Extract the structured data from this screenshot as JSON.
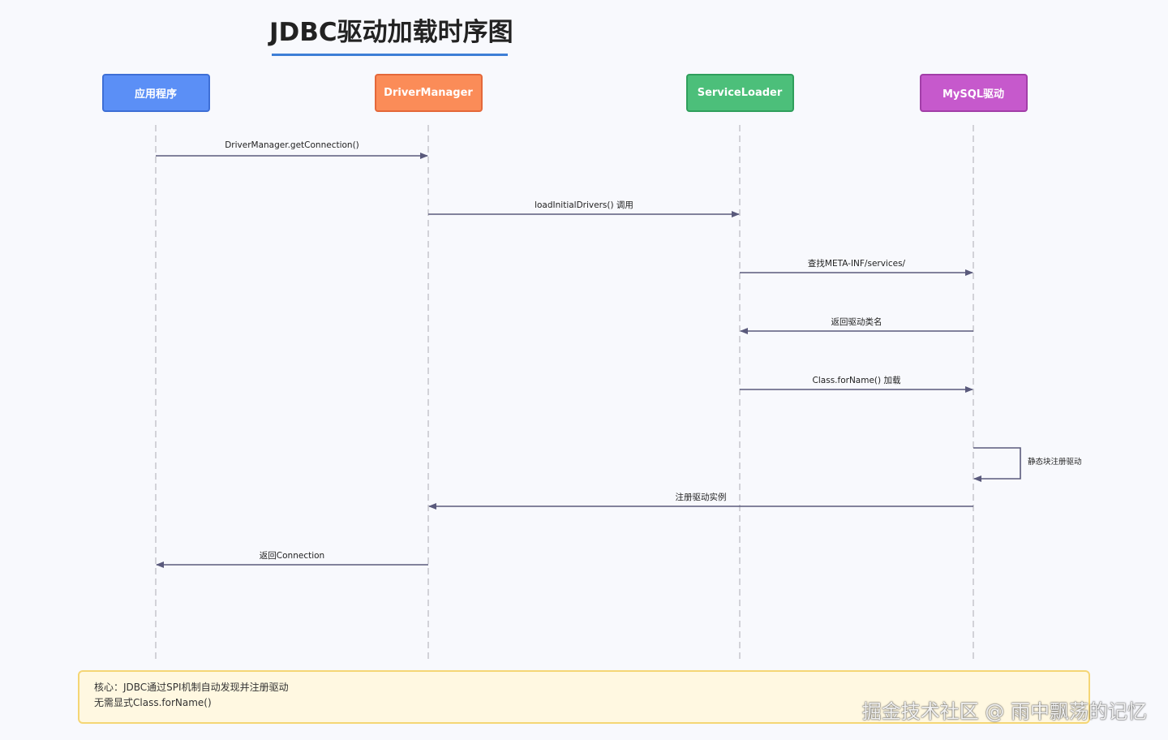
{
  "title": "JDBC驱动加载时序图",
  "participants": [
    {
      "label": "应用程序",
      "color": "#5b8ff6",
      "border": "#3e6fd6"
    },
    {
      "label": "DriverManager",
      "color": "#fb8c58",
      "border": "#e4683a"
    },
    {
      "label": "ServiceLoader",
      "color": "#4cbf7a",
      "border": "#2f9f5c"
    },
    {
      "label": "MySQL驱动",
      "color": "#c659cc",
      "border": "#a23ea8"
    }
  ],
  "messages": [
    {
      "from": 0,
      "to": 1,
      "label": "DriverManager.getConnection()"
    },
    {
      "from": 1,
      "to": 2,
      "label": "loadInitialDrivers() 调用"
    },
    {
      "from": 2,
      "to": 3,
      "label": "查找META-INF/services/"
    },
    {
      "from": 3,
      "to": 2,
      "label": "返回驱动类名"
    },
    {
      "from": 2,
      "to": 3,
      "label": "Class.forName() 加载"
    },
    {
      "from": 3,
      "to": 3,
      "label": "静态块注册驱动"
    },
    {
      "from": 3,
      "to": 1,
      "label": "注册驱动实例"
    },
    {
      "from": 1,
      "to": 0,
      "label": "返回Connection"
    }
  ],
  "note": {
    "lines": [
      "核心：JDBC通过SPI机制自动发现并注册驱动",
      "无需显式Class.forName()"
    ]
  },
  "watermark": "掘金技术社区 @ 雨中飘荡的记忆",
  "colors": {
    "arrow": "#5a5a7c",
    "lifeline": "#c5c5cc"
  }
}
